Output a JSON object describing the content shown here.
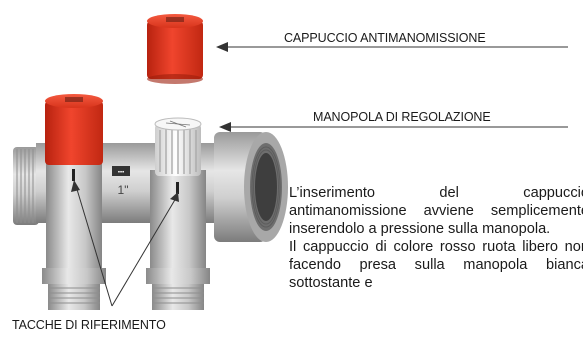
{
  "labels": {
    "cap": "CAPPUCCIO ANTIMANOMISSIONE",
    "knob": "MANOPOLA DI REGOLAZIONE",
    "notches": "TACCHE DI RIFERIMENTO"
  },
  "body_text": {
    "p1": "L’inserimento del cappuccio antimanomissione avviene semplicemente inserendolo a pressione sulla manopola.",
    "p2": "Il cappuccio di colore rosso ruota libero non facendo presa sulla manopola bianca sottostante e"
  },
  "colors": {
    "cap_red": "#e8321e",
    "metal": "#c9c9c9",
    "knob_white": "#f4f4f4"
  }
}
